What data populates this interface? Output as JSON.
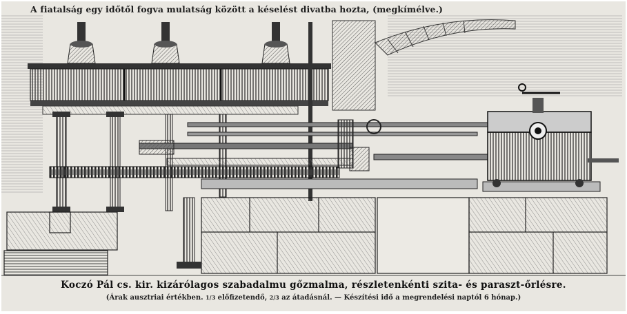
{
  "header": {
    "text": "A fiatalság egy időtől fogva mulatság között a késelést divatba hozta, (megkímélve.)"
  },
  "illustration": {
    "subject": "steam-mill-engraving"
  },
  "caption": {
    "title": "Koczó Pál cs. kir. kizárólagos szabadalmu gőzmalma, részletenkénti szita- és paraszt-őrlésre.",
    "subtitle_part1": "(Árak ausztriai értékben.",
    "fraction1": "1/3",
    "subtitle_part2": "előfizetendő,",
    "fraction2": "2/3",
    "subtitle_part3": "az átadásnál. — Készítési idő a megrendelési naptól 6 hónap.)"
  },
  "colors": {
    "paper": "#e9e7e1",
    "ink": "#1e1e1e"
  }
}
